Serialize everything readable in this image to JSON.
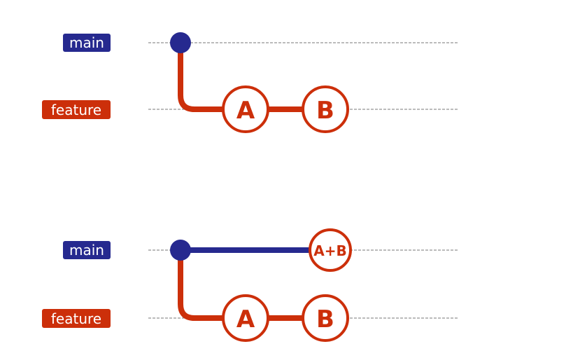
{
  "colors": {
    "main": "#26298f",
    "feature": "#cc2f0a",
    "guide": "#777777",
    "background": "#ffffff",
    "label_text": "#ffffff"
  },
  "diagrams": [
    {
      "branches": {
        "main": "main",
        "feature": "feature"
      },
      "nodes": [
        "A",
        "B"
      ]
    },
    {
      "branches": {
        "main": "main",
        "feature": "feature"
      },
      "nodes": [
        "A",
        "B"
      ],
      "merged_node": "A+B"
    }
  ]
}
